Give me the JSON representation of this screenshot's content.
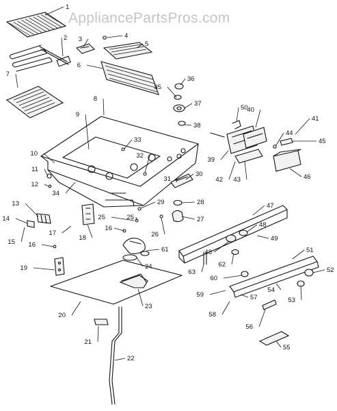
{
  "watermark": "AppliancePartsPros.com",
  "part_numbers": [
    "1",
    "2",
    "3",
    "4",
    "5",
    "6",
    "7",
    "8",
    "9",
    "10",
    "11",
    "12",
    "13",
    "14",
    "15",
    "16",
    "17",
    "18",
    "19",
    "20",
    "21",
    "22",
    "23",
    "24",
    "25",
    "26",
    "27",
    "28",
    "29",
    "30",
    "31",
    "32",
    "33",
    "34",
    "35",
    "36",
    "37",
    "38",
    "39",
    "40",
    "41",
    "42",
    "43",
    "44",
    "45",
    "46",
    "47",
    "48",
    "49",
    "50",
    "51",
    "52",
    "53",
    "54",
    "55",
    "56",
    "57",
    "58",
    "59",
    "60",
    "61",
    "62",
    "63"
  ]
}
